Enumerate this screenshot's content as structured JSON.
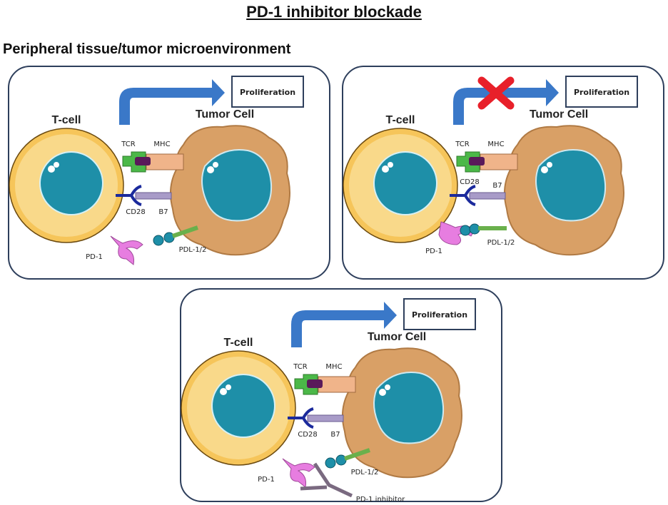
{
  "title": "PD-1 inhibitor blockade",
  "subtitle": "Peripheral tissue/tumor microenvironment",
  "colors": {
    "tcell": "#f6c55a",
    "tumor": "#d9a066",
    "nucleus": "#1e8fa8",
    "arrow": "#3a78c8",
    "block": "#e8202a",
    "pd1": "#e77de0",
    "tcr": "#4bb848",
    "mhc": "#f0b48a",
    "cd28": "#1b2a9c",
    "b7": "#a89bc8",
    "pdl": "#6ab04c"
  },
  "panels": [
    {
      "state": "active",
      "tcell": "T-cell",
      "tumor": "Tumor Cell",
      "proliferation": "Proliferation",
      "tcr": "TCR",
      "mhc": "MHC",
      "cd28": "CD28",
      "b7": "B7",
      "pd1": "PD-1",
      "pdl": "PDL-1/2"
    },
    {
      "state": "blocked",
      "tcell": "T-cell",
      "tumor": "Tumor Cell",
      "proliferation": "Proliferation",
      "tcr": "TCR",
      "mhc": "MHC",
      "cd28": "CD28",
      "b7": "B7",
      "pd1": "PD-1",
      "pdl": "PDL-1/2",
      "block_icon": "red-x-icon"
    },
    {
      "state": "inhibited",
      "tcell": "T-cell",
      "tumor": "Tumor Cell",
      "proliferation": "Proliferation",
      "tcr": "TCR",
      "mhc": "MHC",
      "cd28": "CD28",
      "b7": "B7",
      "pd1": "PD-1",
      "pdl": "PDL-1/2",
      "inhibitor": "PD-1 inhibitor"
    }
  ]
}
